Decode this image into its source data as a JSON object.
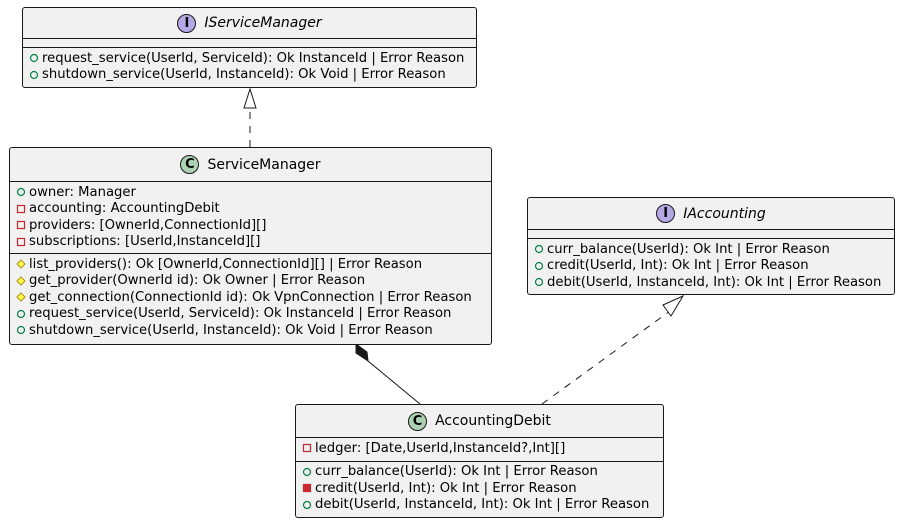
{
  "classes": {
    "iservicemanager": {
      "stereotype": "I",
      "name": "IServiceManager",
      "fields": [],
      "methods": [
        {
          "vis": "public",
          "text": "request_service(UserId, ServiceId): Ok InstanceId | Error Reason"
        },
        {
          "vis": "public",
          "text": "shutdown_service(UserId, InstanceId): Ok Void | Error Reason"
        }
      ]
    },
    "servicemanager": {
      "stereotype": "C",
      "name": "ServiceManager",
      "fields": [
        {
          "vis": "public",
          "text": "owner: Manager"
        },
        {
          "vis": "private",
          "text": "accounting: AccountingDebit"
        },
        {
          "vis": "private",
          "text": "providers: [OwnerId,ConnectionId][]"
        },
        {
          "vis": "private",
          "text": "subscriptions: [UserId,InstanceId][]"
        }
      ],
      "methods": [
        {
          "vis": "protected",
          "text": "list_providers(): Ok [OwnerId,ConnectionId][] | Error Reason"
        },
        {
          "vis": "protected",
          "text": "get_provider(OwnerId id): Ok Owner | Error Reason"
        },
        {
          "vis": "protected",
          "text": "get_connection(ConnectionId id): Ok VpnConnection | Error Reason"
        },
        {
          "vis": "public",
          "text": "request_service(UserId, ServiceId): Ok InstanceId | Error Reason"
        },
        {
          "vis": "public",
          "text": "shutdown_service(UserId, InstanceId): Ok Void | Error Reason"
        }
      ]
    },
    "iaccounting": {
      "stereotype": "I",
      "name": "IAccounting",
      "fields": [],
      "methods": [
        {
          "vis": "public",
          "text": "curr_balance(UserId): Ok Int | Error Reason"
        },
        {
          "vis": "public",
          "text": "credit(UserId, Int): Ok Int | Error Reason"
        },
        {
          "vis": "public",
          "text": "debit(UserId, InstanceId, Int): Ok Int | Error Reason"
        }
      ]
    },
    "accountingdebit": {
      "stereotype": "C",
      "name": "AccountingDebit",
      "fields": [
        {
          "vis": "private",
          "text": "ledger: [Date,UserId,InstanceId?,Int][]"
        }
      ],
      "methods": [
        {
          "vis": "public",
          "text": "curr_balance(UserId): Ok Int | Error Reason"
        },
        {
          "vis": "private-method",
          "text": "credit(UserId, Int): Ok Int | Error Reason"
        },
        {
          "vis": "public",
          "text": "debit(UserId, InstanceId, Int): Ok Int | Error Reason"
        }
      ]
    }
  },
  "relations": [
    {
      "type": "realization",
      "from": "ServiceManager",
      "to": "IServiceManager"
    },
    {
      "type": "realization",
      "from": "AccountingDebit",
      "to": "IAccounting"
    },
    {
      "type": "composition",
      "from": "ServiceManager",
      "to": "AccountingDebit"
    }
  ],
  "colors": {
    "background": "#ffffff",
    "box_fill": "#f1f1f1",
    "border": "#181818",
    "interface_badge": "#b4a7e5",
    "class_badge": "#add1b2",
    "public_icon": "#038048",
    "protected_icon": "#ffff44",
    "private_icon": "#c82930"
  }
}
